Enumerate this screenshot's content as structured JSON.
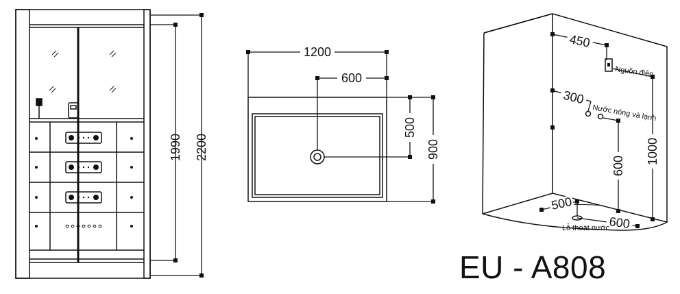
{
  "front_view": {
    "dim_height_inner": "1990",
    "dim_height_total": "2200"
  },
  "top_view": {
    "dim_width": "1200",
    "dim_drain_x": "600",
    "dim_drain_y": "500",
    "dim_depth": "900"
  },
  "iso_view": {
    "dim_power_x": "450",
    "label_power": "Nguồn điện",
    "dim_water_x": "300",
    "label_water": "Nước nóng và lạnh",
    "dim_water_h": "600",
    "dim_power_h": "1000",
    "dim_drain_a": "500",
    "dim_drain_b": "600",
    "label_drain": "Lỗ thoát nước"
  },
  "model": "EU - A808"
}
